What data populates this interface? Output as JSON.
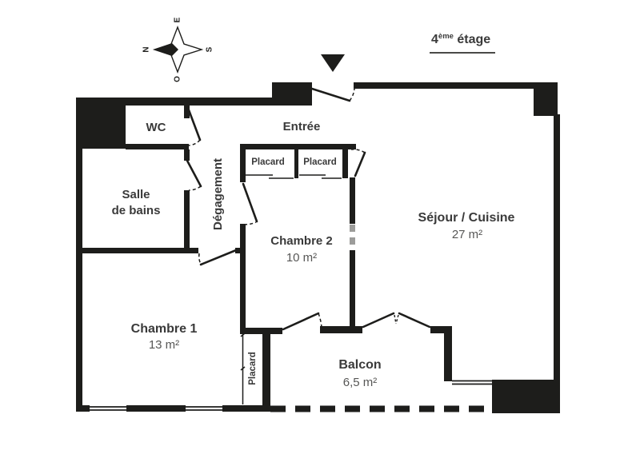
{
  "floor_label": {
    "number": "4",
    "suffix": "ème",
    "word": " étage"
  },
  "compass": {
    "n": "N",
    "s": "S",
    "e": "E",
    "o": "O"
  },
  "rooms": {
    "wc": "WC",
    "entree": "Entrée",
    "degagement": "Dégagement",
    "salle_de_bains": {
      "line1": "Salle",
      "line2": "de bains"
    },
    "placard_top_left": "Placard",
    "placard_top_right": "Placard",
    "placard_chambre1": "Placard",
    "chambre2": {
      "name": "Chambre 2",
      "area": "10 m²"
    },
    "sejour": {
      "name": "Séjour / Cuisine",
      "area": "27 m²"
    },
    "chambre1": {
      "name": "Chambre 1",
      "area": "13 m²"
    },
    "balcon": {
      "name": "Balcon",
      "area": "6,5 m²"
    }
  },
  "colors": {
    "wall": "#1d1d1b",
    "label_text": "#3a3a3a",
    "area_text": "#575756"
  }
}
